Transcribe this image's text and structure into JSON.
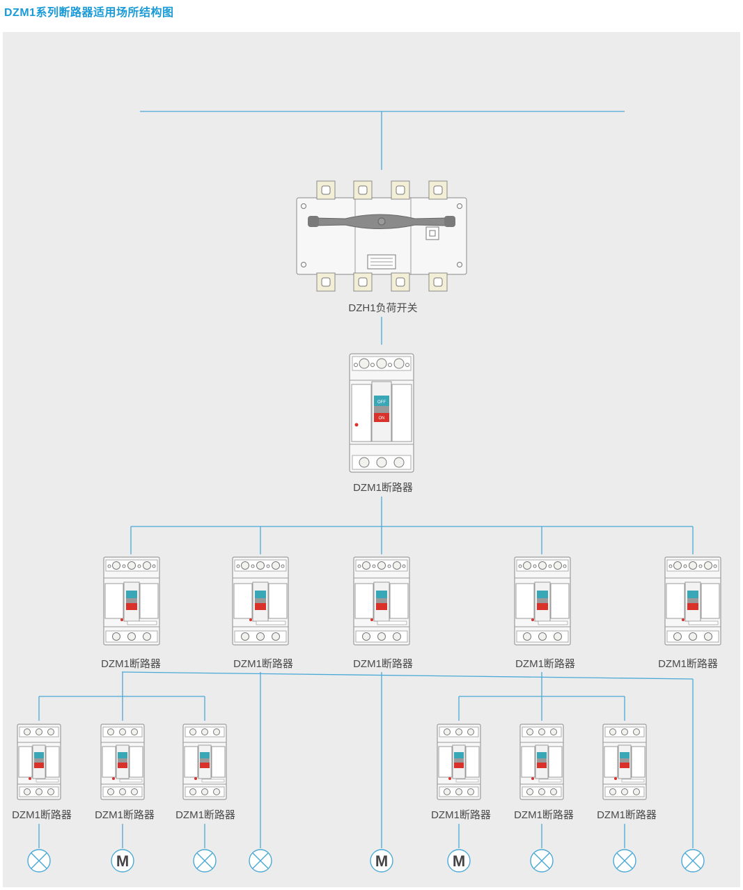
{
  "title": "DZM1系列断路器适用场所结构图",
  "colors": {
    "line": "#4aa9d6",
    "panel": "#ececed",
    "title": "#1a9bd7",
    "off": "#3aa7b7",
    "on": "#d8322b"
  },
  "switch": {
    "label": "DZH1负荷开关"
  },
  "main_breaker": {
    "label": "DZM1断路器",
    "off": "OFF",
    "on": "ON"
  },
  "level2": [
    {
      "label": "DZM1断路器"
    },
    {
      "label": "DZM1断路器"
    },
    {
      "label": "DZM1断路器"
    },
    {
      "label": "DZM1断路器"
    },
    {
      "label": "DZM1断路器"
    }
  ],
  "level3": [
    {
      "label": "DZM1断路器"
    },
    {
      "label": "DZM1断路器"
    },
    {
      "label": "DZM1断路器"
    },
    {
      "label": "DZM1断路器"
    },
    {
      "label": "DZM1断路器"
    },
    {
      "label": "DZM1断路器"
    }
  ],
  "loads": [
    {
      "type": "lamp"
    },
    {
      "type": "motor",
      "text": "M"
    },
    {
      "type": "lamp"
    },
    {
      "type": "lamp"
    },
    {
      "type": "motor",
      "text": "M"
    },
    {
      "type": "motor",
      "text": "M"
    },
    {
      "type": "lamp"
    },
    {
      "type": "lamp"
    },
    {
      "type": "lamp"
    }
  ]
}
